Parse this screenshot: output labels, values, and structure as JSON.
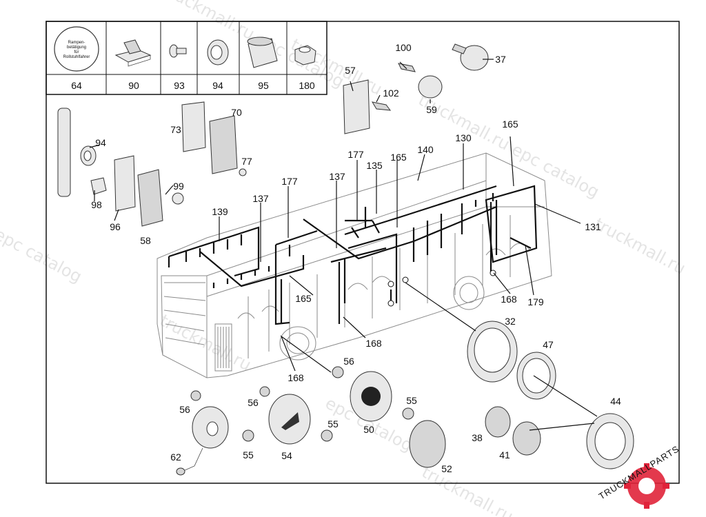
{
  "header_parts": [
    {
      "number": "64",
      "seal_lines": [
        "Rampen-",
        "betätigung",
        "für",
        "Rollstuhlfahrer"
      ]
    },
    {
      "number": "90"
    },
    {
      "number": "93"
    },
    {
      "number": "94"
    },
    {
      "number": "95"
    },
    {
      "number": "180"
    }
  ],
  "callouts": {
    "c100": "100",
    "c37": "37",
    "c57": "57",
    "c102": "102",
    "c59": "59",
    "c94": "94",
    "c98": "98",
    "c73": "73",
    "c70": "70",
    "c77": "77",
    "c99": "99",
    "c96": "96",
    "c58": "58",
    "c165a": "165",
    "c130": "130",
    "c140": "140",
    "c165b": "165",
    "c177a": "177",
    "c135": "135",
    "c177b": "177",
    "c137a": "137",
    "c137b": "137",
    "c139": "139",
    "c131": "131",
    "c165c": "165",
    "c168a": "168",
    "c179": "179",
    "c32": "32",
    "c47": "47",
    "c168b": "168",
    "c56a": "56",
    "c168c": "168",
    "c56b": "56",
    "c56c": "56",
    "c55a": "55",
    "c50": "50",
    "c55b": "55",
    "c55c": "55",
    "c54": "54",
    "c62": "62",
    "c52": "52",
    "c44": "44",
    "c38": "38",
    "c41": "41"
  },
  "watermark": {
    "text_main": "truckmall.ru epc catalog",
    "text_short": "truckmall.ru",
    "text_tail": "epc catalog",
    "color": "#cfcfcf"
  },
  "logo": {
    "text": "TRUCKMALLPARTS",
    "accent": "#e0233a"
  }
}
